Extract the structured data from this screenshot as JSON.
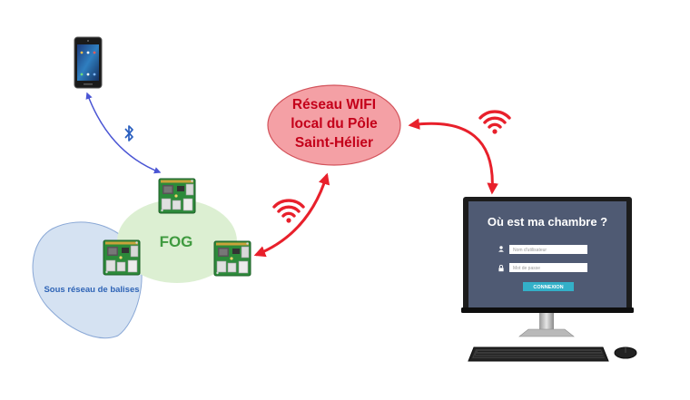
{
  "fog": {
    "label": "FOG"
  },
  "beacons": {
    "label": "Sous réseau de balises"
  },
  "wifi_network": {
    "lines": [
      "Réseau WIFI",
      "local du Pôle",
      "Saint-Hélier"
    ]
  },
  "login_screen": {
    "title": "Où est ma chambre ?",
    "username_placeholder": "Nom d'utilisateur",
    "password_placeholder": "Mot de passe",
    "button_label": "CONNEXION"
  },
  "icons": {
    "phone": "smartphone-icon",
    "bluetooth": "bluetooth-icon",
    "wifi": "wifi-icon",
    "board": "raspberry-pi-board-icon",
    "user": "user-icon",
    "lock": "lock-icon"
  },
  "colors": {
    "fog_fill": "#dcefd2",
    "beacon_fill": "#d5e2f2",
    "wifi_fill": "#f4a0a5",
    "link_red": "#e8202b",
    "bluetooth_blue": "#4a55d4",
    "screen_bg": "#4f5a73"
  }
}
